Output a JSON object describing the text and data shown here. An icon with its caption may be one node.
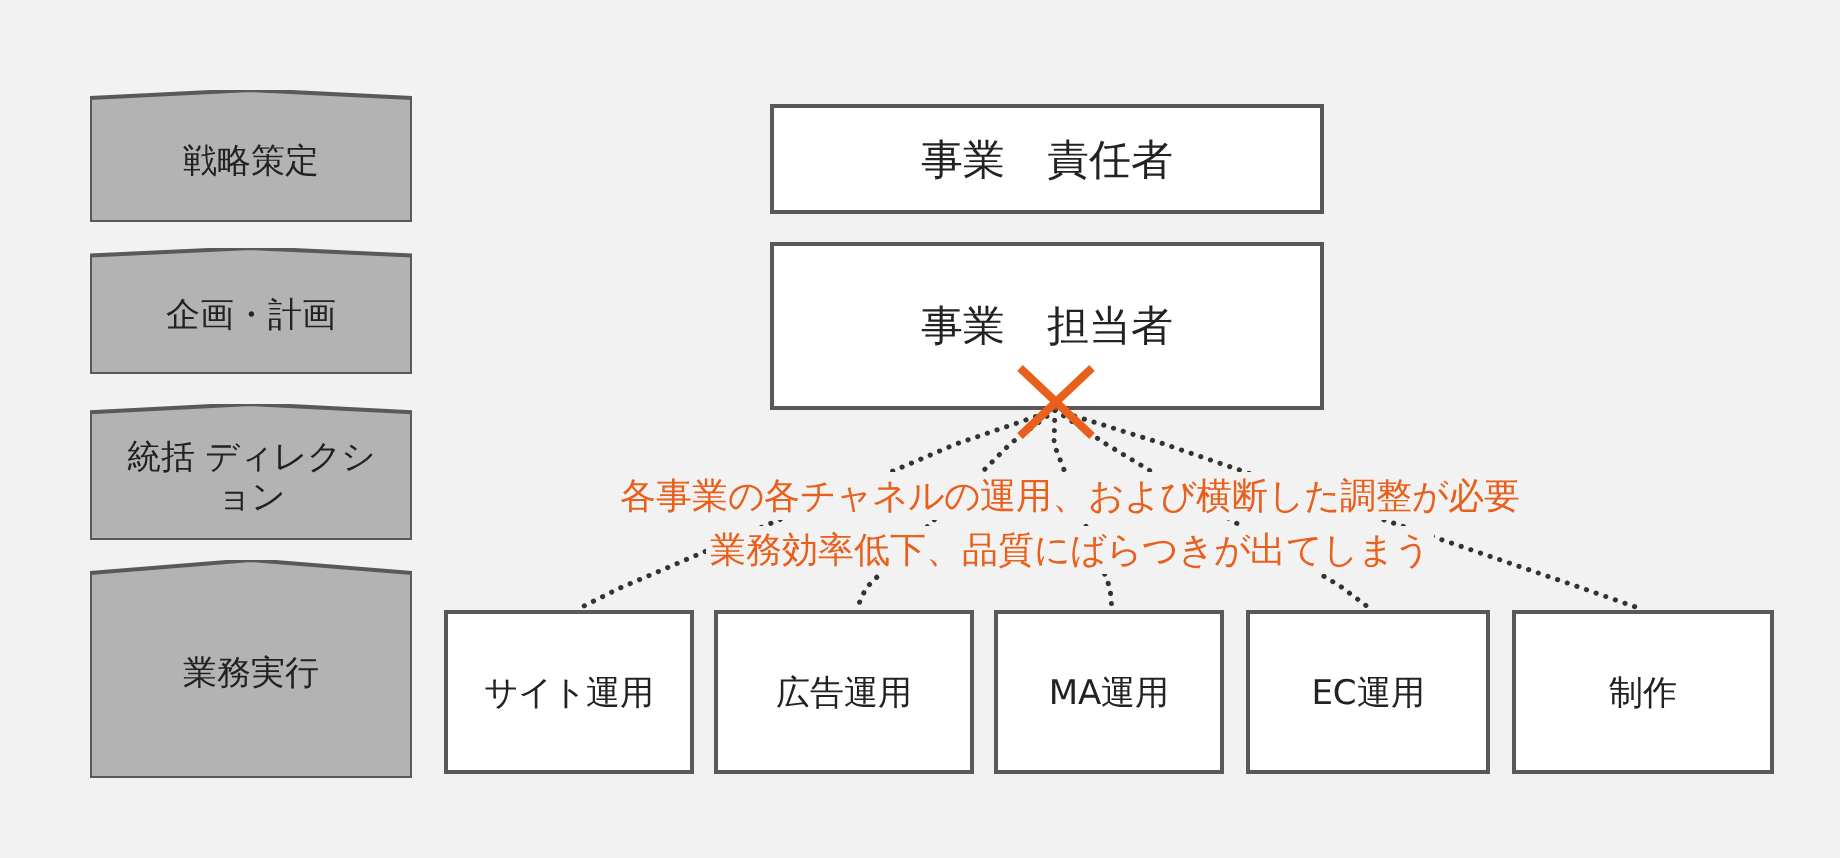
{
  "diagram": {
    "nodes": [
      {
        "text": [
          "戦略策定"
        ]
      },
      {
        "text": [
          "企画・計画"
        ]
      },
      {
        "text": [
          "統括 ディレクション"
        ]
      },
      {
        "text": [
          "業務実行"
        ]
      },
      {
        "text": [
          "事業　責任者"
        ]
      },
      {
        "text": [
          "事業　担当者"
        ]
      },
      {
        "text": [
          "サイト運用"
        ]
      },
      {
        "text": [
          "広告運用"
        ]
      },
      {
        "text": [
          "MA運用"
        ]
      },
      {
        "text": [
          "EC運用"
        ]
      },
      {
        "text": [
          "制作"
        ]
      }
    ],
    "edges": [
      {
        "from": 5,
        "to": 6,
        "arrow": "none",
        "style": "dashed"
      },
      {
        "from": 5,
        "to": 7,
        "arrow": "none",
        "style": "dashed"
      },
      {
        "from": 5,
        "to": 8,
        "arrow": "none",
        "style": "dashed"
      },
      {
        "from": 5,
        "to": 9,
        "arrow": "none",
        "style": "dashed"
      },
      {
        "from": 5,
        "to": 10,
        "arrow": "none",
        "style": "dashed"
      }
    ],
    "labels": [
      "各事業の各チャネルの運用、および横断した調整が必要",
      "業務効率低下、品質にばらつきが出てしまう"
    ]
  }
}
